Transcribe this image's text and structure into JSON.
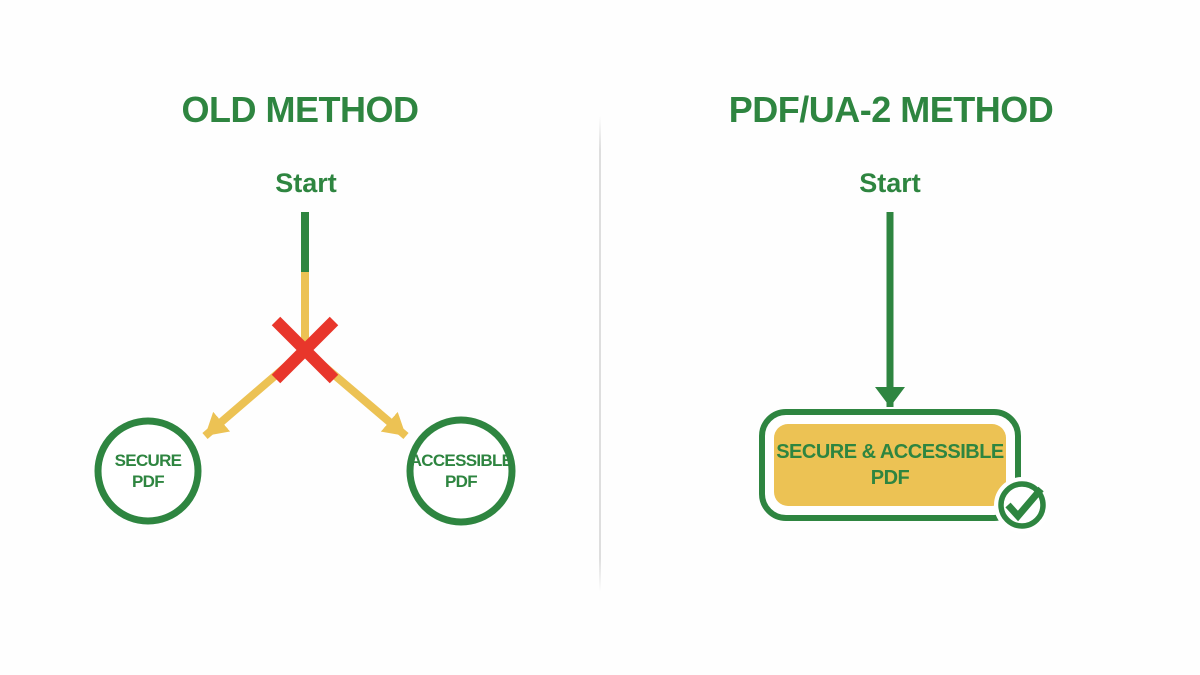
{
  "colors": {
    "green": "#2E8540",
    "gold": "#ECC254",
    "red": "#E8362B",
    "divider": "#DEDEDE",
    "background": "#FEFEFE"
  },
  "left_panel": {
    "title": "OLD METHOD",
    "start_label": "Start",
    "outcomes": {
      "secure": {
        "line1": "SECURE",
        "line2": "PDF"
      },
      "accessible": {
        "line1": "ACCESSIBLE",
        "line2": "PDF"
      }
    }
  },
  "right_panel": {
    "title": "PDF/UA-2 METHOD",
    "start_label": "Start",
    "outcome": {
      "line1": "SECURE & ACCESSIBLE",
      "line2": "PDF"
    }
  },
  "icons": {
    "success_badge": "check-circle-icon",
    "failure_mark": "x-mark-icon"
  }
}
